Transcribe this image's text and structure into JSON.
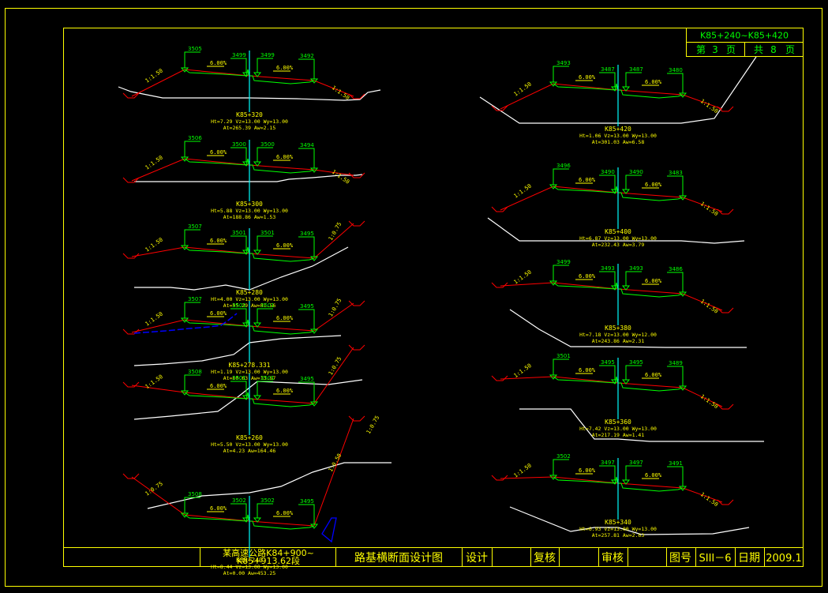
{
  "drawing": {
    "header": {
      "range": "K85+240~K85+420",
      "page_label_prefix": "第",
      "page_number": "3",
      "page_label_suffix": "页",
      "total_label_prefix": "共",
      "total_pages": "8",
      "total_label_suffix": "页"
    },
    "title_block": {
      "project_line1": "某高速公路K84+900~",
      "project_line2": "K85+913.62段",
      "drawing_title": "路基横断面设计图",
      "design_label": "设计",
      "review_label": "复核",
      "audit_label": "审核",
      "drawing_no_label": "图号",
      "drawing_no": "SIII－6",
      "date_label": "日期",
      "date": "2009.1"
    },
    "colors": {
      "frame": "#ffff00",
      "design_line": "#ff0000",
      "pavement": "#00ff00",
      "ground": "#ffffff",
      "centerline": "#00ffff",
      "ditch_fill": "#0000ff",
      "label": "#ffff00"
    },
    "sections": [
      {
        "station": "K85+320",
        "params": "Ht=7.29  Vz=13.00  Wy=13.00",
        "areas": "At=265.39  Aw=2.15",
        "elevations": [
          "3505",
          "3499",
          "3499",
          "3492"
        ],
        "slope_left": "1:1.50",
        "slope_right": "1:1.50",
        "crossfall_left": "6.00%",
        "crossfall_right": "6.00%"
      },
      {
        "station": "K85+300",
        "params": "Ht=5.88  Vz=13.00  Wy=13.00",
        "areas": "At=188.86  Aw=1.53",
        "elevations": [
          "3506",
          "3500",
          "3500",
          "3494"
        ],
        "slope_left": "1:1.50",
        "slope_right": "1:1.50",
        "crossfall_left": "6.00%",
        "crossfall_right": "6.00%"
      },
      {
        "station": "K85+280",
        "params": "Ht=4.00  Vz=13.00  Wy=13.00",
        "areas": "At=95.29  Aw=81.56",
        "elevations": [
          "3507",
          "3501",
          "3501",
          "3495"
        ],
        "slope_left": "1:1.50",
        "slope_right": "1:0.75",
        "crossfall_left": "6.00%",
        "crossfall_right": "6.00%"
      },
      {
        "station": "K85+278.331",
        "params": "Ht=1.19  Vz=13.00  Wy=13.00",
        "areas": "At=60.63  Aw=13.67",
        "elevations": [
          "3507",
          "3501",
          "3501",
          "3495"
        ],
        "slope_left": "1:1.50",
        "slope_right": "1:0.75",
        "crossfall_left": "6.00%",
        "crossfall_right": "6.00%"
      },
      {
        "station": "K85+260",
        "params": "Ht=5.50  Vz=13.00  Wy=13.00",
        "areas": "At=4.23  Aw=164.46",
        "elevations": [
          "3508",
          "3501",
          "3501",
          "3495"
        ],
        "slope_left": "1:1.50",
        "slope_right": "1:0.75",
        "crossfall_left": "6.00%",
        "crossfall_right": "6.00%"
      },
      {
        "station": "K85+240",
        "params": "Ht=8.44  Vz=13.00  Wy=13.00",
        "areas": "At=0.00  Aw=453.25",
        "elevations": [
          "3508",
          "3502",
          "3502",
          "3495"
        ],
        "slope_left": "1:0.75",
        "slope_right": "1:0.50",
        "slope_right2": "1:0.75",
        "crossfall_left": "6.00%",
        "crossfall_right": "6.00%"
      },
      {
        "station": "K85+420",
        "params": "Ht=1.06  Vz=13.00  Wy=13.00",
        "areas": "At=301.03  Aw=6.58",
        "elevations": [
          "3493",
          "3487",
          "3487",
          "3480"
        ],
        "slope_left": "1:1.50",
        "slope_right": "1:1.50",
        "crossfall_left": "6.00%",
        "crossfall_right": "6.00%"
      },
      {
        "station": "K85+400",
        "params": "Ht=6.87  Vz=13.00  Wy=13.00",
        "areas": "At=232.43  Aw=3.79",
        "elevations": [
          "3496",
          "3490",
          "3490",
          "3483"
        ],
        "slope_left": "1:1.50",
        "slope_right": "1:1.50",
        "crossfall_left": "6.00%",
        "crossfall_right": "6.00%"
      },
      {
        "station": "K85+380",
        "params": "Ht=7.18  Vz=13.00  Wy=12.00",
        "areas": "At=243.86  Aw=2.31",
        "elevations": [
          "3499",
          "3493",
          "3493",
          "3486"
        ],
        "slope_left": "1:1.50",
        "slope_right": "1:1.50",
        "crossfall_left": "6.00%",
        "crossfall_right": "6.00%"
      },
      {
        "station": "K85+360",
        "params": "Ht=7.42  Vz=13.00  Wy=13.00",
        "areas": "At=217.19  Aw=1.41",
        "elevations": [
          "3501",
          "3495",
          "3495",
          "3489"
        ],
        "slope_left": "1:1.50",
        "slope_right": "1:1.50",
        "crossfall_left": "6.00%",
        "crossfall_right": "6.00%"
      },
      {
        "station": "K85+340",
        "params": "Ht=6.93  Vz=13.00  Wy=13.00",
        "areas": "At=257.81  Aw=2.63",
        "elevations": [
          "3502",
          "3497",
          "3497",
          "3491"
        ],
        "slope_left": "1:1.50",
        "slope_right": "1:1.50",
        "crossfall_left": "6.00%",
        "crossfall_right": "6.00%"
      }
    ]
  }
}
